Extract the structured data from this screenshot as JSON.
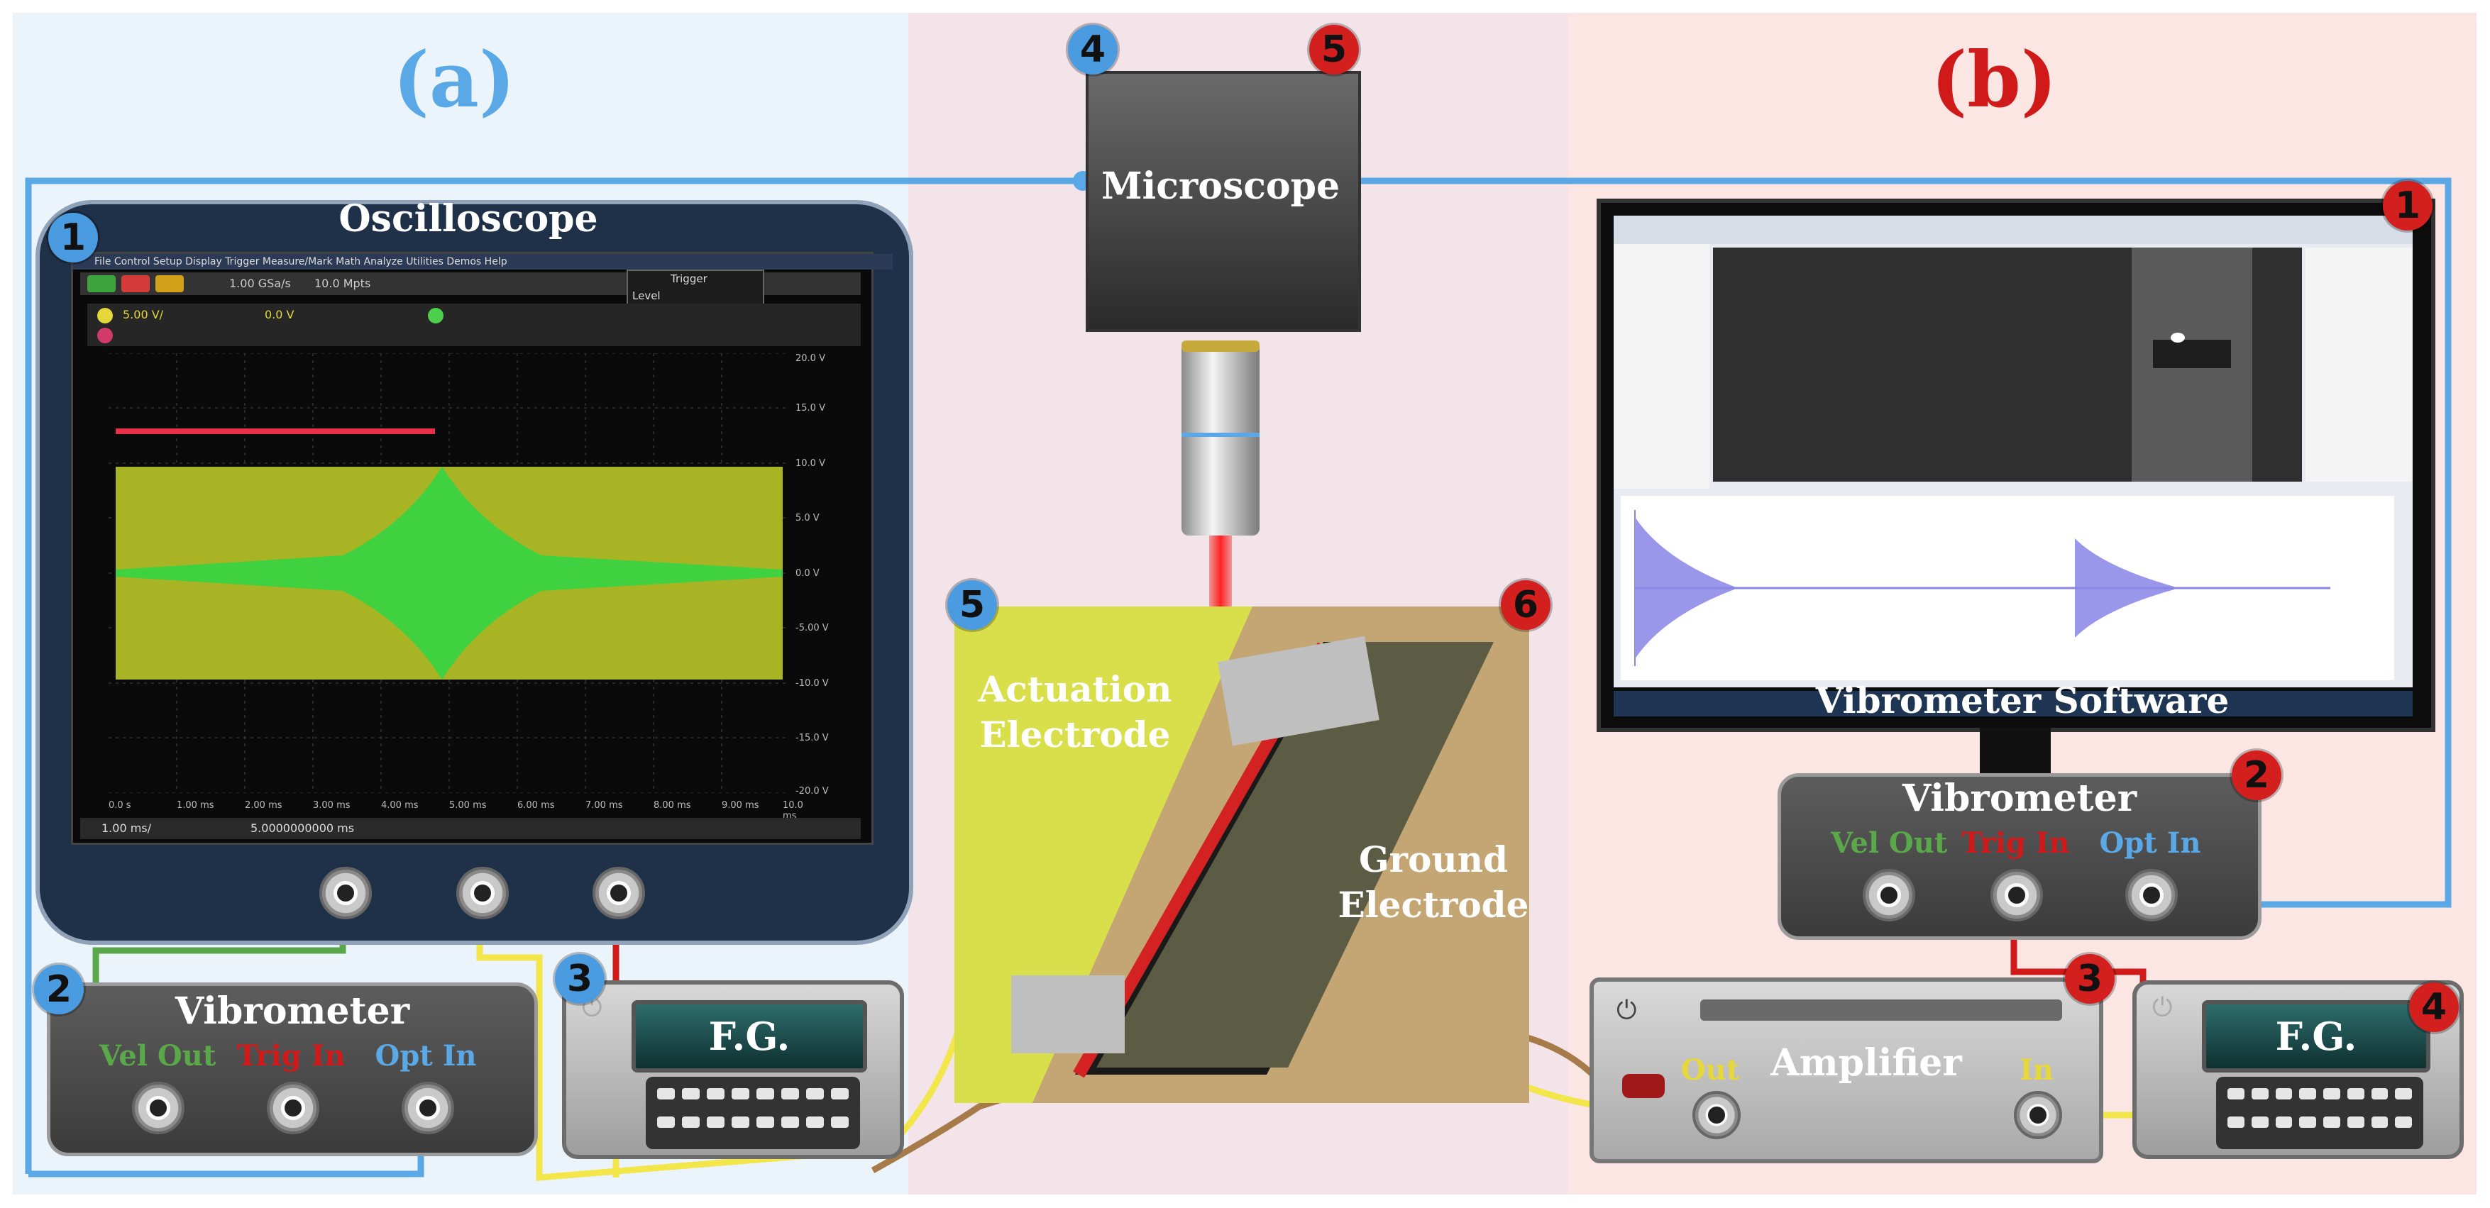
{
  "panel_a": {
    "title": "(a)",
    "title_color": "#5aa9e6",
    "badge_osc": "1",
    "badge_vib": "2",
    "badge_fg": "3"
  },
  "panel_b": {
    "title": "(b)",
    "title_color": "#d01a1a",
    "badge_monitor": "1",
    "badge_vib": "2",
    "badge_amp": "3",
    "badge_fg": "4"
  },
  "middle": {
    "badge_mic_blue": "4",
    "badge_mic_red": "5",
    "badge_sample_blue": "5",
    "badge_sample_red": "6"
  },
  "oscilloscope": {
    "title": "Oscilloscope",
    "menu": "File  Control  Setup  Display  Trigger  Measure/Mark  Math  Analyze  Utilities  Demos  Help",
    "sample_rate": "1.00 GSa/s",
    "points": "10.0 Mpts",
    "trigger_title": "Trigger",
    "trigger_level": "Level",
    "ch1_scale": "5.00 V/",
    "ch1_offset": "0.0 V",
    "timebase": "1.00 ms/",
    "position": "5.0000000000 ms",
    "right_ticks": [
      "20.0 V",
      "15.0 V",
      "10.0 V",
      "5.0 V",
      "0.0 V",
      "-5.00 V",
      "-10.0 V",
      "-15.0 V",
      "-20.0 V"
    ],
    "bottom_ticks": [
      "0.0 s",
      "1.00 ms",
      "2.00 ms",
      "3.00 ms",
      "4.00 ms",
      "5.00 ms",
      "6.00 ms",
      "7.00 ms",
      "8.00 ms",
      "9.00 ms",
      "10.0 ms"
    ]
  },
  "vibrometer_a": {
    "title": "Vibrometer",
    "vel_out": "Vel Out",
    "trig_in": "Trig In",
    "opt_in": "Opt In"
  },
  "vibrometer_b": {
    "title": "Vibrometer",
    "vel_out": "Vel Out",
    "trig_in": "Trig In",
    "opt_in": "Opt In"
  },
  "fg_a": {
    "label": "F.G."
  },
  "fg_b": {
    "label": "F.G."
  },
  "microscope": {
    "label": "Microscope"
  },
  "sample": {
    "actuation_line1": "Actuation",
    "actuation_line2": "Electrode",
    "ground_line1": "Ground",
    "ground_line2": "Electrode"
  },
  "monitor": {
    "caption": "Vibrometer Software"
  },
  "amplifier": {
    "title": "Amplifier",
    "out": "Out",
    "in": "In"
  },
  "colors": {
    "optical": "#5aa9e6",
    "trigger": "#d01a1a",
    "velocity": "#5aa84a",
    "signal": "#f2e64a",
    "ground_wire": "#a77a4a"
  },
  "icons": [
    "power-icon",
    "bnc-jack-icon",
    "microscope-objective-icon",
    "laser-beam-icon"
  ]
}
